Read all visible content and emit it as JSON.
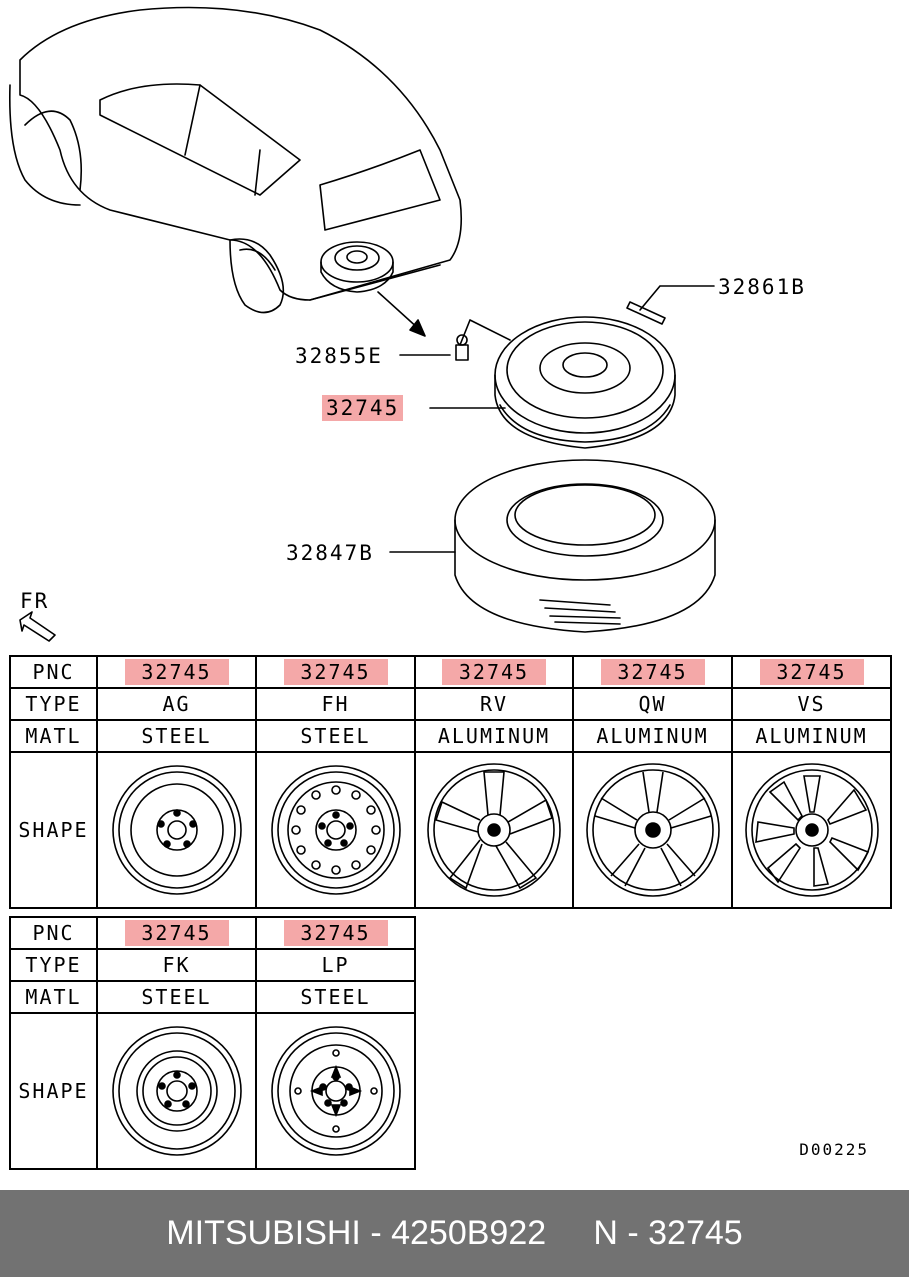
{
  "callouts": {
    "part_a": "32861B",
    "part_b": "32855E",
    "part_c": "32745",
    "part_d": "32847B"
  },
  "front_marker": "FR",
  "table_top": {
    "headers": {
      "pnc": "PNC",
      "type": "TYPE",
      "matl": "MATL",
      "shape": "SHAPE"
    },
    "columns": [
      {
        "pnc": "32745",
        "type": "AG",
        "matl": "STEEL"
      },
      {
        "pnc": "32745",
        "type": "FH",
        "matl": "STEEL"
      },
      {
        "pnc": "32745",
        "type": "RV",
        "matl": "ALUMINUM"
      },
      {
        "pnc": "32745",
        "type": "QW",
        "matl": "ALUMINUM"
      },
      {
        "pnc": "32745",
        "type": "VS",
        "matl": "ALUMINUM"
      }
    ]
  },
  "table_bottom": {
    "headers": {
      "pnc": "PNC",
      "type": "TYPE",
      "matl": "MATL",
      "shape": "SHAPE"
    },
    "columns": [
      {
        "pnc": "32745",
        "type": "FK",
        "matl": "STEEL"
      },
      {
        "pnc": "32745",
        "type": "LP",
        "matl": "STEEL"
      }
    ]
  },
  "diagram_code": "D00225",
  "footer": {
    "brand": "MITSUBISHI",
    "sep1": " - ",
    "part_number": "4250B922",
    "gap": "     ",
    "pnc_label": "N - 32745"
  },
  "colors": {
    "highlight": "#f4a8a8",
    "footer_bg": "#727272",
    "footer_text": "#ffffff"
  }
}
